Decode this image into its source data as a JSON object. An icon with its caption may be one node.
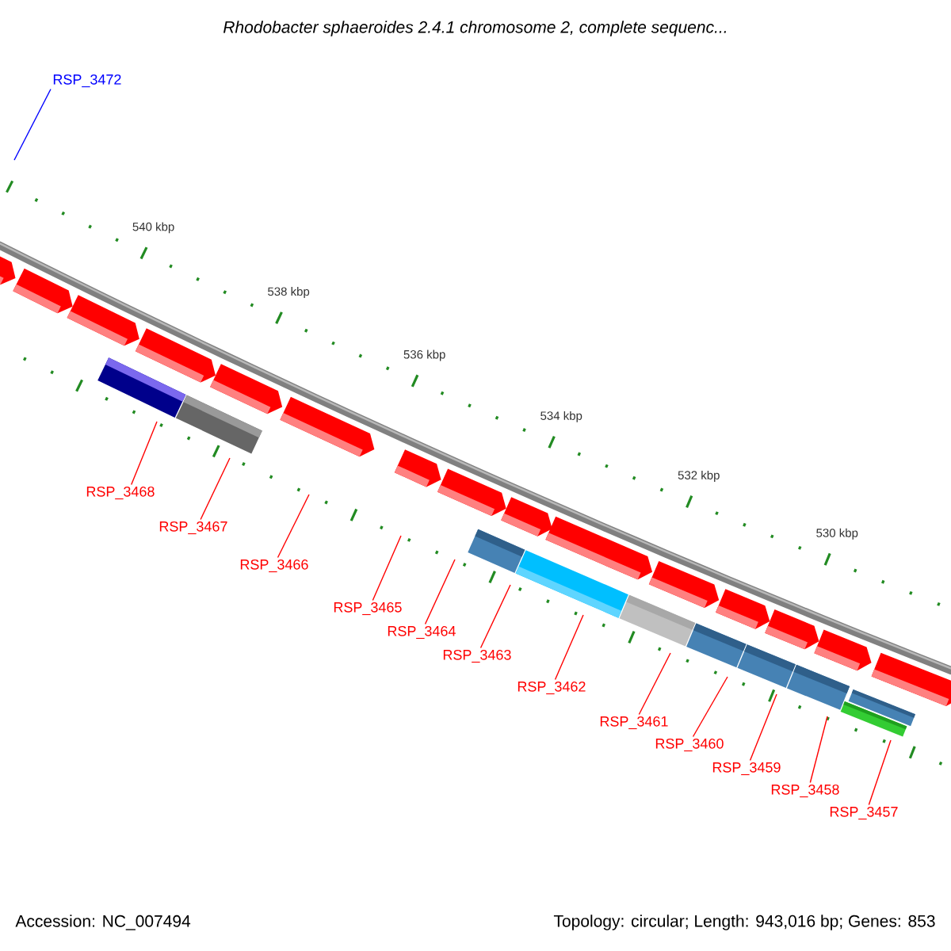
{
  "diagram": {
    "title": "Rhodobacter sphaeroides 2.4.1 chromosome 2, complete sequenc...",
    "nodes": [
      {
        "text": [
          "RSP_3472"
        ]
      },
      {
        "text": [
          "RSP_3468"
        ]
      },
      {
        "text": [
          "RSP_3467"
        ]
      },
      {
        "text": [
          "RSP_3466"
        ]
      },
      {
        "text": [
          "RSP_3465"
        ]
      },
      {
        "text": [
          "RSP_3464"
        ]
      },
      {
        "text": [
          "RSP_3463"
        ]
      },
      {
        "text": [
          "RSP_3462"
        ]
      },
      {
        "text": [
          "RSP_3461"
        ]
      },
      {
        "text": [
          "RSP_3460"
        ]
      },
      {
        "text": [
          "RSP_3459"
        ]
      },
      {
        "text": [
          "RSP_3458"
        ]
      },
      {
        "text": [
          "RSP_3457"
        ]
      }
    ],
    "edges": [
      {
        "from": 0,
        "to": null,
        "arrow": "none",
        "color": "#0000ff"
      },
      {
        "from": 1,
        "to": null,
        "arrow": "none"
      },
      {
        "from": 2,
        "to": null,
        "arrow": "none"
      },
      {
        "from": 3,
        "to": null,
        "arrow": "none"
      },
      {
        "from": 4,
        "to": null,
        "arrow": "none"
      },
      {
        "from": 5,
        "to": null,
        "arrow": "none"
      },
      {
        "from": 6,
        "to": null,
        "arrow": "none"
      },
      {
        "from": 7,
        "to": null,
        "arrow": "none"
      },
      {
        "from": 8,
        "to": null,
        "arrow": "none"
      },
      {
        "from": 9,
        "to": null,
        "arrow": "none"
      },
      {
        "from": 10,
        "to": null,
        "arrow": "none"
      },
      {
        "from": 11,
        "to": null,
        "arrow": "none"
      },
      {
        "from": 12,
        "to": null,
        "arrow": "none"
      }
    ],
    "labels": [
      "540 kbp",
      "538 kbp",
      "536 kbp",
      "534 kbp",
      "532 kbp",
      "530 kbp",
      "Accession: NC_007494",
      "Topology: circular; Length: 943,016 bp; Genes: 853"
    ]
  }
}
